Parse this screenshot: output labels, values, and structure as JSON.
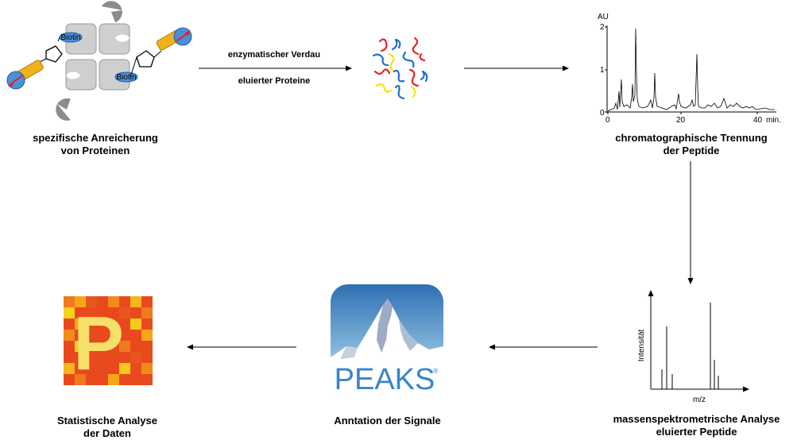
{
  "steps": {
    "enrichment": {
      "line1": "spezifische Anreicherung",
      "line2": "von Proteinen",
      "biotin_label": "Biotin"
    },
    "digest": {
      "above": "enzymatischer Verdau",
      "below": "eluierter Proteine"
    },
    "chromatography": {
      "line1": "chromatographische Trennung",
      "line2": "der Peptide"
    },
    "ms": {
      "line1": "massenspektrometrische Analyse",
      "line2": "eluierter Peptide"
    },
    "annotation": {
      "line1": "Anntation der Signale"
    },
    "statistics": {
      "line1": "Statistische Analyse",
      "line2": "der Daten"
    }
  },
  "chromatogram": {
    "y_unit": "AU",
    "y_ticks": [
      "0",
      "1",
      "2"
    ],
    "x_ticks": [
      "0",
      "20",
      "40"
    ],
    "x_unit": "min."
  },
  "spectrum": {
    "ylabel": "Intensität",
    "xlabel": "m/z"
  },
  "peaks_logo": {
    "text": "PEAKS",
    "mark": "®"
  },
  "stats_logo": {
    "letter": "P"
  },
  "colors": {
    "peptide_red": "#e8202a",
    "peptide_blue": "#1f6fd1",
    "peptide_yellow": "#f5e600",
    "tag_orange": "#f2b21b",
    "bead_blue": "#4a90d9"
  }
}
